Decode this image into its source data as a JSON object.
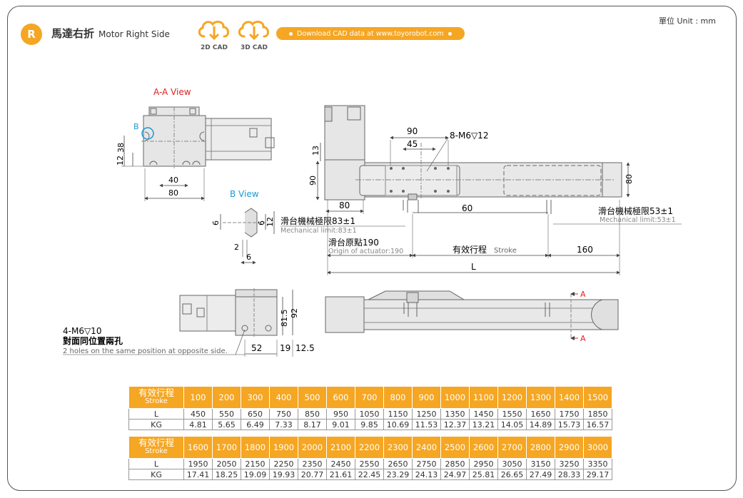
{
  "header": {
    "badge": "R",
    "title": "馬達右折",
    "subtitle": "Motor Right Side",
    "cad_2d": "2D CAD",
    "cad_3d": "3D CAD",
    "download": "Download CAD data at www.toyorobot.com",
    "unit": "單位 Unit : mm"
  },
  "drawing": {
    "aa_view": "A-A View",
    "b_view": "B View",
    "b_label": "B",
    "a_label": "A",
    "dim_40": "40",
    "dim_80": "80",
    "dim_38": "38",
    "dim_12": "12",
    "dim_6": "6",
    "dim_2": "2",
    "dim_90": "90",
    "dim_45": "45",
    "dim_13": "13",
    "dim_60": "60",
    "dim_160": "160",
    "dim_81_5": "81.5",
    "dim_92": "92",
    "dim_52": "52",
    "dim_19": "19",
    "dim_12_5": "12.5",
    "screw_8": "8-M6▽12",
    "mech_limit_left_cn": "滑台機械極限83±1",
    "mech_limit_left_en": "Mechanical limit:83±1",
    "mech_limit_right_cn": "滑台機械極限53±1",
    "mech_limit_right_en": "Mechanical limit:53±1",
    "origin_cn": "滑台原點190",
    "origin_en": "Origin of actuator:190",
    "stroke_cn": "有效行程",
    "stroke_en": "Stroke",
    "length_L": "L",
    "holes_spec": "4-M6▽10",
    "holes_cn": "對面同位置兩孔",
    "holes_en": "2 holes on the same position at opposite side."
  },
  "table": {
    "stroke_cn": "有效行程",
    "stroke_en": "Stroke",
    "row_L": "L",
    "row_KG": "KG",
    "block1": {
      "strokes": [
        "100",
        "200",
        "300",
        "400",
        "500",
        "600",
        "700",
        "800",
        "900",
        "1000",
        "1100",
        "1200",
        "1300",
        "1400",
        "1500"
      ],
      "L": [
        "450",
        "550",
        "650",
        "750",
        "850",
        "950",
        "1050",
        "1150",
        "1250",
        "1350",
        "1450",
        "1550",
        "1650",
        "1750",
        "1850"
      ],
      "KG": [
        "4.81",
        "5.65",
        "6.49",
        "7.33",
        "8.17",
        "9.01",
        "9.85",
        "10.69",
        "11.53",
        "12.37",
        "13.21",
        "14.05",
        "14.89",
        "15.73",
        "16.57"
      ]
    },
    "block2": {
      "strokes": [
        "1600",
        "1700",
        "1800",
        "1900",
        "2000",
        "2100",
        "2200",
        "2300",
        "2400",
        "2500",
        "2600",
        "2700",
        "2800",
        "2900",
        "3000"
      ],
      "L": [
        "1950",
        "2050",
        "2150",
        "2250",
        "2350",
        "2450",
        "2550",
        "2650",
        "2750",
        "2850",
        "2950",
        "3050",
        "3150",
        "3250",
        "3350"
      ],
      "KG": [
        "17.41",
        "18.25",
        "19.09",
        "19.93",
        "20.77",
        "21.61",
        "22.45",
        "23.29",
        "24.13",
        "24.97",
        "25.81",
        "26.65",
        "27.49",
        "28.33",
        "29.17"
      ]
    }
  },
  "colors": {
    "accent": "#f5a623",
    "red": "#e02020",
    "blue": "#1a9ad6"
  }
}
